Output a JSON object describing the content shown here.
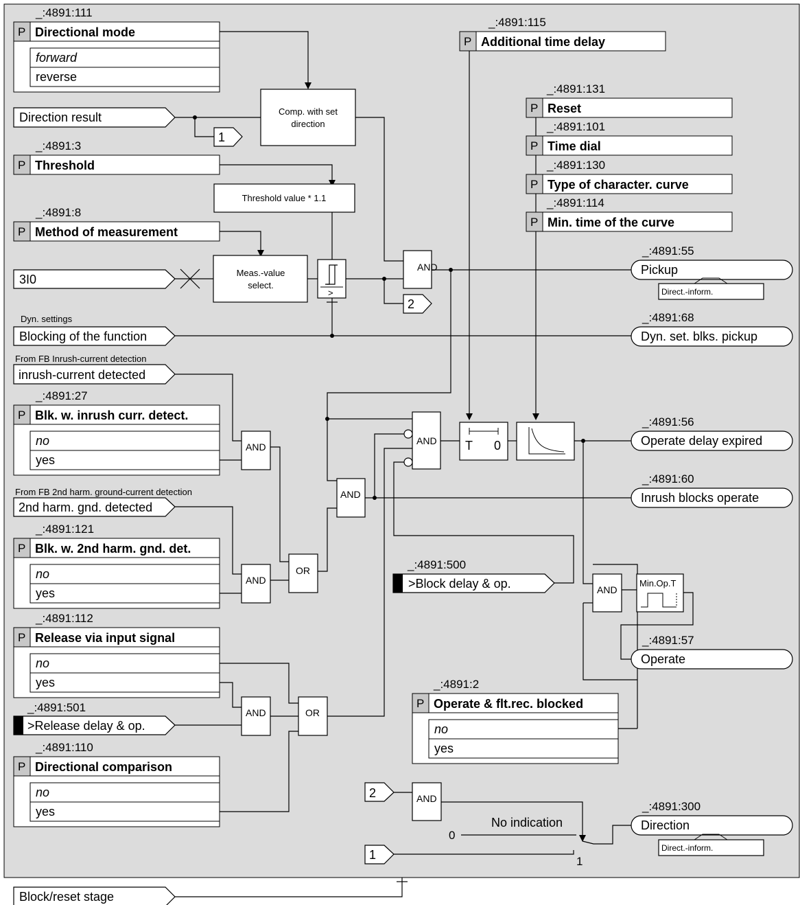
{
  "colors": {
    "panel": "#dcdcdc",
    "box": "#ffffff",
    "line": "#000000",
    "pcell": "#c8c8c8"
  },
  "params": {
    "dir_mode": {
      "id": "_:4891:111",
      "label": "Directional mode",
      "options": [
        "forward",
        "reverse"
      ]
    },
    "threshold": {
      "id": "_:4891:3",
      "label": "Threshold"
    },
    "method": {
      "id": "_:4891:8",
      "label": "Method of measurement"
    },
    "blk_inrush": {
      "id": "_:4891:27",
      "label": "Blk. w. inrush curr. detect.",
      "options": [
        "no",
        "yes"
      ]
    },
    "blk_2nd": {
      "id": "_:4891:121",
      "label": "Blk. w. 2nd harm. gnd. det.",
      "options": [
        "no",
        "yes"
      ]
    },
    "release": {
      "id": "_:4891:112",
      "label": "Release via input signal",
      "options": [
        "no",
        "yes"
      ]
    },
    "dir_comp": {
      "id": "_:4891:110",
      "label": "Directional comparison",
      "options": [
        "no",
        "yes"
      ]
    },
    "add_delay": {
      "id": "_:4891:115",
      "label": "Additional time delay"
    },
    "reset": {
      "id": "_:4891:131",
      "label": "Reset"
    },
    "time_dial": {
      "id": "_:4891:101",
      "label": "Time dial"
    },
    "curve_type": {
      "id": "_:4891:130",
      "label": "Type of character. curve"
    },
    "min_time": {
      "id": "_:4891:114",
      "label": "Min. time of the curve"
    },
    "op_blocked": {
      "id": "_:4891:2",
      "label": "Operate & flt.rec. blocked",
      "options": [
        "no",
        "yes"
      ]
    }
  },
  "inputs": {
    "direction_result": "Direction result",
    "i0": "3I0",
    "blocking": "Blocking of the function",
    "dyn_settings_note": "Dyn. settings",
    "inrush_note": "From FB Inrush-current detection",
    "inrush": "inrush-current detected",
    "harm_note": "From FB 2nd harm. ground-current detection",
    "harm": "2nd harm. gnd. detected",
    "block_delay_id": "_:4891:500",
    "block_delay": ">Block delay & op.",
    "release_delay_id": "_:4891:501",
    "release_delay": ">Release delay & op.",
    "block_reset": "Block/reset stage"
  },
  "blocks": {
    "comp": "Comp. with set direction",
    "thr_value": "Threshold value * 1.1",
    "meas": "Meas.-value select.",
    "and": "AND",
    "or": "OR",
    "timer_t": "T",
    "timer_0": "0",
    "minop": "Min.Op.T",
    "no_indication": "No indication",
    "sw0": "0",
    "sw1": "1",
    "conn1": "1",
    "conn2": "2",
    "gt": ">"
  },
  "outputs": {
    "pickup": {
      "id": "_:4891:55",
      "label": "Pickup",
      "info": "Direct.-inform."
    },
    "dyn_blk": {
      "id": "_:4891:68",
      "label": "Dyn. set. blks. pickup"
    },
    "op_delay": {
      "id": "_:4891:56",
      "label": "Operate delay expired"
    },
    "inrush_blk": {
      "id": "_:4891:60",
      "label": "Inrush blocks operate"
    },
    "operate": {
      "id": "_:4891:57",
      "label": "Operate"
    },
    "direction": {
      "id": "_:4891:300",
      "label": "Direction",
      "info": "Direct.-inform."
    }
  }
}
